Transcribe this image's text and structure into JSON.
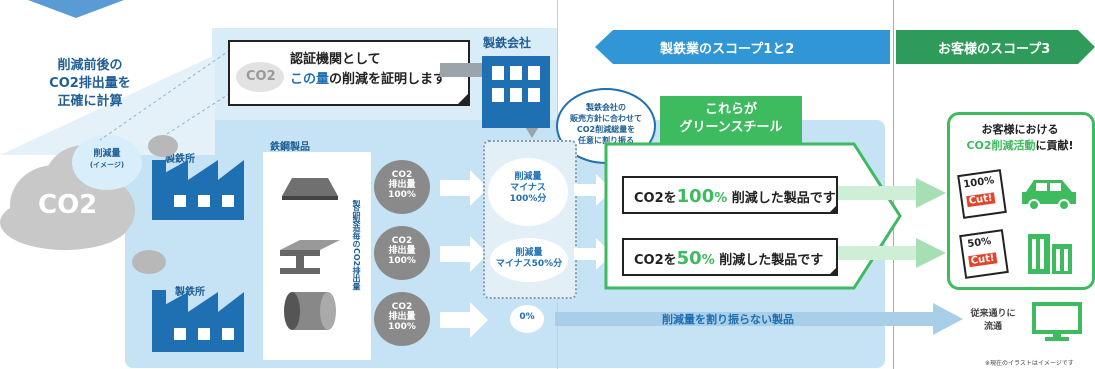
{
  "left": {
    "caption": [
      "削減前後の",
      "CO2排出量を",
      "正確に計算"
    ],
    "big_cloud_label": "CO2",
    "reduction_label": [
      "削減量",
      "(イメージ)"
    ]
  },
  "callout": {
    "cloud_label": "CO2",
    "line1": "認証機関として",
    "line2_highlight": "この量",
    "line2_rest": "の削減を証明します"
  },
  "company": {
    "title": "製鉄会社",
    "bubble": [
      "製鉄会社の",
      "販売方針に合わせて",
      "CO2削減総量を",
      "任意に割り振る"
    ]
  },
  "scope": {
    "steel": "製鉄業のスコープ1と2",
    "customer": "お客様のスコープ3"
  },
  "plants": {
    "top_label": "製鉄所",
    "bottom_label": "製鉄所"
  },
  "products": {
    "title": "鉄鋼製品",
    "vertical": "製品製造毎のCO2排出量",
    "clouds": [
      [
        "CO2",
        "排出量",
        "100%"
      ],
      [
        "CO2",
        "排出量",
        "100%"
      ],
      [
        "CO2",
        "排出量",
        "100%"
      ]
    ]
  },
  "allocation": {
    "top": [
      "削減量",
      "マイナス",
      "100%分"
    ],
    "mid": [
      "削減量",
      "マイナス50%分"
    ],
    "zero": "0%"
  },
  "green": {
    "title": [
      "これらが",
      "グリーンスチール"
    ],
    "row1_pre": "CO2を",
    "row1_num": "100",
    "row1_pct": "%",
    "row1_post": "削減した製品です",
    "row2_pre": "CO2を",
    "row2_num": "50",
    "row2_pct": "%",
    "row2_post": "削減した製品です"
  },
  "normal_product": "削減量を割り振らない製品",
  "customer": {
    "title_line1": "お客様における",
    "title_highlight": "CO2削減活動",
    "title_rest": "に貢献!",
    "tag1_num": "100%",
    "tag1_cut": "Cut!",
    "tag2_num": "50%",
    "tag2_cut": "Cut!",
    "normal": [
      "従来通りに",
      "流通"
    ]
  },
  "footnote": "※現在のイラストはイメージです",
  "colors": {
    "light_blue": "#d6ecf8",
    "mid_blue": "#bfe0f3",
    "dark_blue": "#1f6fb3",
    "green": "#3dbb5e",
    "scope_blue": "#2f8fd0"
  }
}
